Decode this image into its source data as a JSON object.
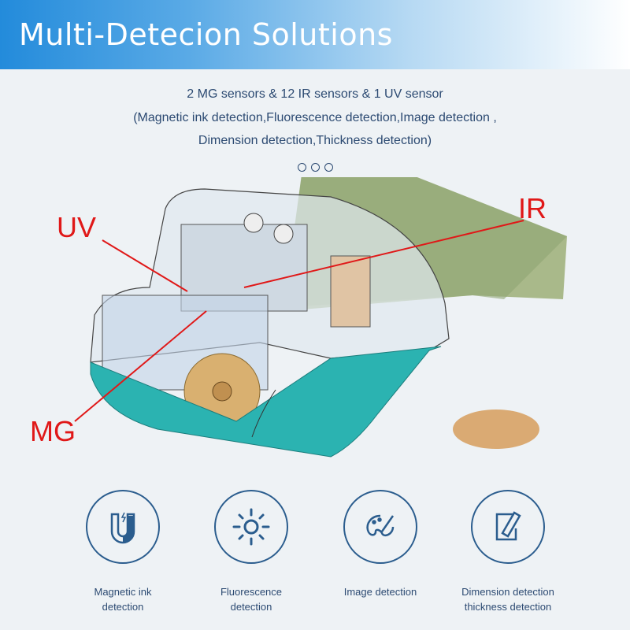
{
  "header": {
    "title": "Multi-Detecion Solutions"
  },
  "intro": {
    "line1": "2 MG sensors & 12 IR sensors & 1 UV sensor",
    "line2": "(Magnetic ink detection,Fluorescence detection,Image detection ,",
    "line3": "Dimension detection,Thickness detection)"
  },
  "callouts": {
    "uv": "UV",
    "ir": "IR",
    "mg": "MG"
  },
  "features": [
    {
      "icon": "magnet-icon",
      "line1": "Magnetic ink",
      "line2": "detection"
    },
    {
      "icon": "sun-icon",
      "line1": "Fluorescence",
      "line2": "detection"
    },
    {
      "icon": "palette-icon",
      "line1": "Image detection",
      "line2": ""
    },
    {
      "icon": "ruler-icon",
      "line1": "Dimension detection",
      "line2": "thickness detection"
    }
  ],
  "colors": {
    "accent": "#238bdb",
    "text": "#2c4a72",
    "callout": "#e01818",
    "base": "#2bb3b1"
  }
}
